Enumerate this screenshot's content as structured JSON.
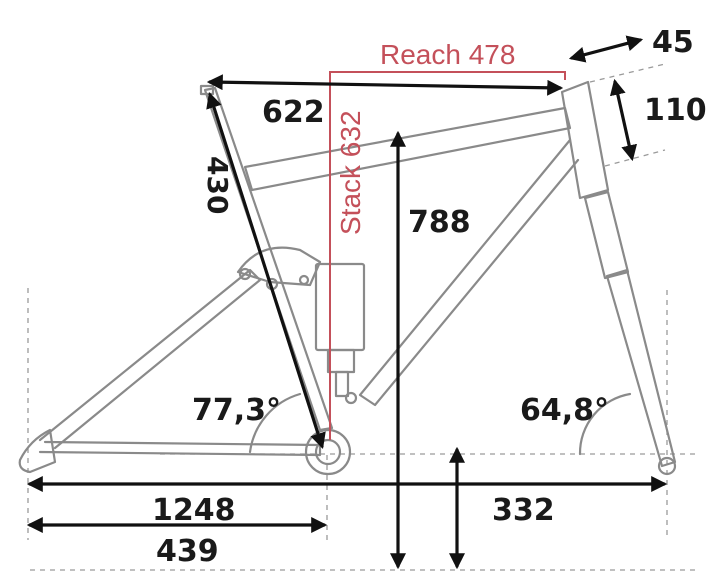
{
  "diagram": {
    "labels": {
      "reach": "Reach 478",
      "stack": "Stack 632",
      "top_tube": "622",
      "seat_tube": "430",
      "stem_offset": "45",
      "head_tube": "110",
      "bb_height_total": "788",
      "seat_angle": "77,3°",
      "head_angle": "64,8°",
      "wheelbase": "1248",
      "chainstay": "439",
      "front_center": "332"
    },
    "colors": {
      "frame": "#8a8a8a",
      "dimension": "#111111",
      "reach_stack": "#c4505a"
    }
  }
}
